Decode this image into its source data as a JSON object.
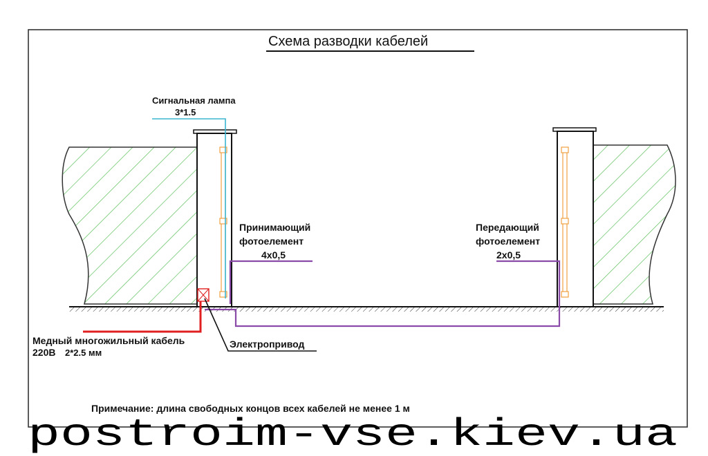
{
  "title": "Схема разводки кабелей",
  "labels": {
    "signal_lamp": "Сигнальная лампа",
    "signal_lamp_spec": "3*1.5",
    "receiver_line1": "Принимающий",
    "receiver_line2": "фотоелемент",
    "receiver_spec": "4x0,5",
    "transmitter_line1": "Передающий",
    "transmitter_line2": "фотоелемент",
    "transmitter_spec": "2x0,5",
    "copper_cable_line1": "Медный многожильный кабель",
    "copper_cable_line2": "220В",
    "copper_cable_spec": "2*2.5 мм",
    "drive": "Электропривод"
  },
  "note": "Примечание: длина свободных концов всех кабелей не менее 1 м",
  "watermark": "postroim-vse.kiev.ua",
  "colors": {
    "cable_signal_lamp": "#3ab6d0",
    "cable_photocell": "#8a4aa8",
    "cable_power": "#e02020",
    "drive_box": "#e02020",
    "hatch": "#5cbf5c",
    "post_inner": "#f0a040",
    "outline": "#111111"
  }
}
